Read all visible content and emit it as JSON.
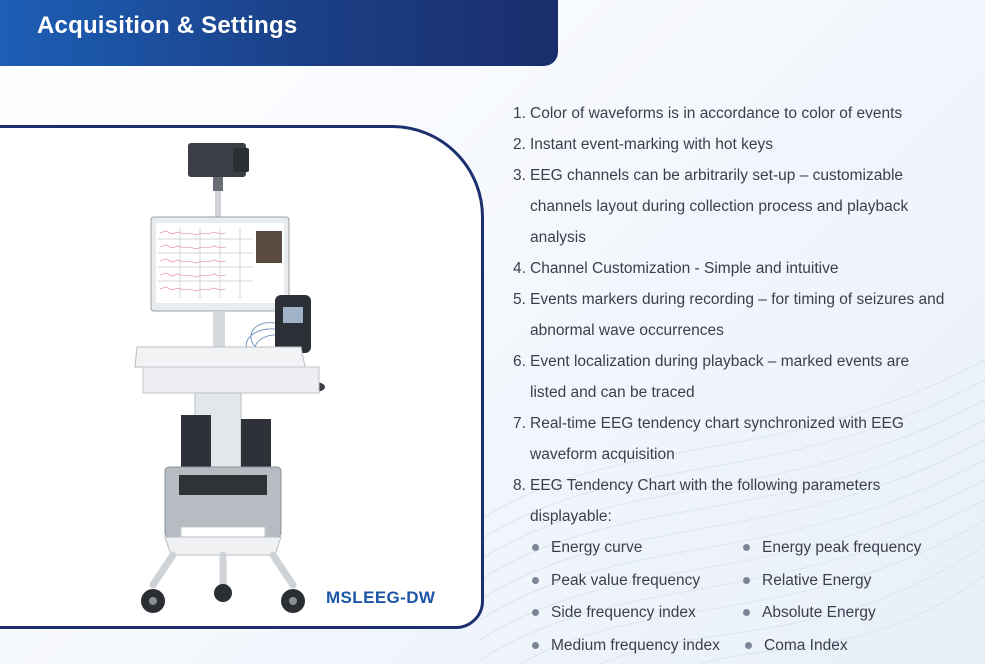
{
  "header": {
    "title": "Acquisition & Settings"
  },
  "product": {
    "model_label": "MSLEEG-DW"
  },
  "features": [
    {
      "num": "1.",
      "text": "Color of waveforms is in accordance to color of events"
    },
    {
      "num": "2.",
      "text": "Instant event-marking with hot keys"
    },
    {
      "num": "3.",
      "text": "EEG channels can be arbitrarily set-up – customizable channels layout during collection process and playback analysis"
    },
    {
      "num": "4.",
      "text": "Channel Customization - Simple and intuitive"
    },
    {
      "num": "5.",
      "text": "Events markers during recording – for timing of seizures and abnormal wave occurrences"
    },
    {
      "num": "6.",
      "text": "Event localization during playback – marked events are listed and can be traced"
    },
    {
      "num": "7.",
      "text": "Real-time EEG tendency chart synchronized with EEG waveform acquisition"
    },
    {
      "num": "8.",
      "text": "EEG Tendency Chart with the following parameters displayable:"
    }
  ],
  "parameters": [
    [
      "Energy curve",
      "Energy peak frequency"
    ],
    [
      "Peak value frequency",
      "Relative Energy"
    ],
    [
      "Side frequency index",
      "Absolute Energy"
    ],
    [
      "Medium frequency index",
      "Coma Index"
    ]
  ]
}
